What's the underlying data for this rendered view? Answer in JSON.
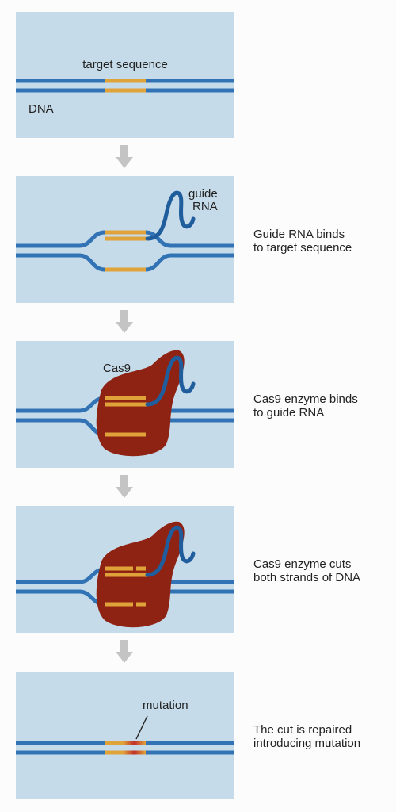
{
  "panels": [
    {
      "labels": {
        "target": "target sequence",
        "dna": "DNA"
      },
      "caption": []
    },
    {
      "labels": {
        "guide_line1": "guide",
        "guide_line2": "RNA"
      },
      "caption": [
        "Guide RNA binds",
        "to target sequence"
      ]
    },
    {
      "labels": {
        "cas9": "Cas9"
      },
      "caption": [
        "Cas9 enzyme binds",
        "to guide RNA"
      ]
    },
    {
      "labels": {},
      "caption": [
        "Cas9 enzyme cuts",
        "both strands of DNA"
      ]
    },
    {
      "labels": {
        "mutation": "mutation"
      },
      "caption": [
        "The cut is repaired",
        "introducing mutation"
      ]
    }
  ],
  "colors": {
    "panel_bg": "#c6dbe9",
    "dna_strand": "#3273b5",
    "target_segment": "#e0a33a",
    "cas9": "#8f2313",
    "guide_rna": "#1f5d9c",
    "arrow": "#c4c4c4",
    "mutation_hot": "#c0302a"
  }
}
